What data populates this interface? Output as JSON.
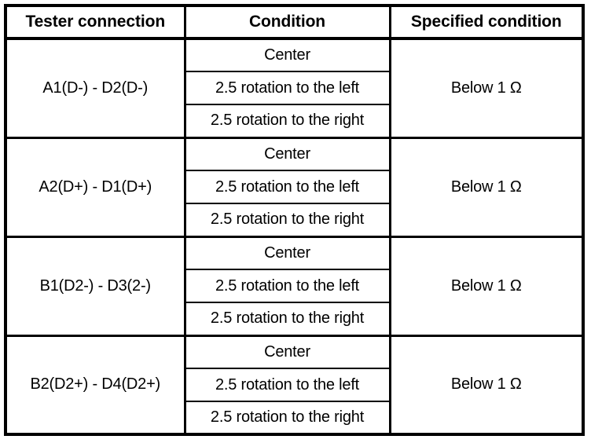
{
  "table": {
    "headers": [
      {
        "key": "tester_connection",
        "label": "Tester connection"
      },
      {
        "key": "condition",
        "label": "Condition"
      },
      {
        "key": "specified_condition",
        "label": "Specified condition"
      }
    ],
    "conditions": {
      "center": "Center",
      "rotate_left": "2.5 rotation to the left",
      "rotate_right": "2.5 rotation to the right"
    },
    "groups": [
      {
        "tester_connection": "A1(D-) - D2(D-)",
        "conditions": [
          "Center",
          "2.5 rotation to the left",
          "2.5 rotation to the right"
        ],
        "specified_condition": "Below 1 Ω"
      },
      {
        "tester_connection": "A2(D+) - D1(D+)",
        "conditions": [
          "Center",
          "2.5 rotation to the left",
          "2.5 rotation to the right"
        ],
        "specified_condition": "Below 1 Ω"
      },
      {
        "tester_connection": "B1(D2-) - D3(2-)",
        "conditions": [
          "Center",
          "2.5 rotation to the left",
          "2.5 rotation to the right"
        ],
        "specified_condition": "Below 1 Ω"
      },
      {
        "tester_connection": "B2(D2+) - D4(D2+)",
        "conditions": [
          "Center",
          "2.5 rotation to the left",
          "2.5 rotation to the right"
        ],
        "specified_condition": "Below 1 Ω"
      }
    ]
  },
  "colors": {
    "border": "#000000",
    "text": "#000000",
    "background": "#ffffff"
  }
}
